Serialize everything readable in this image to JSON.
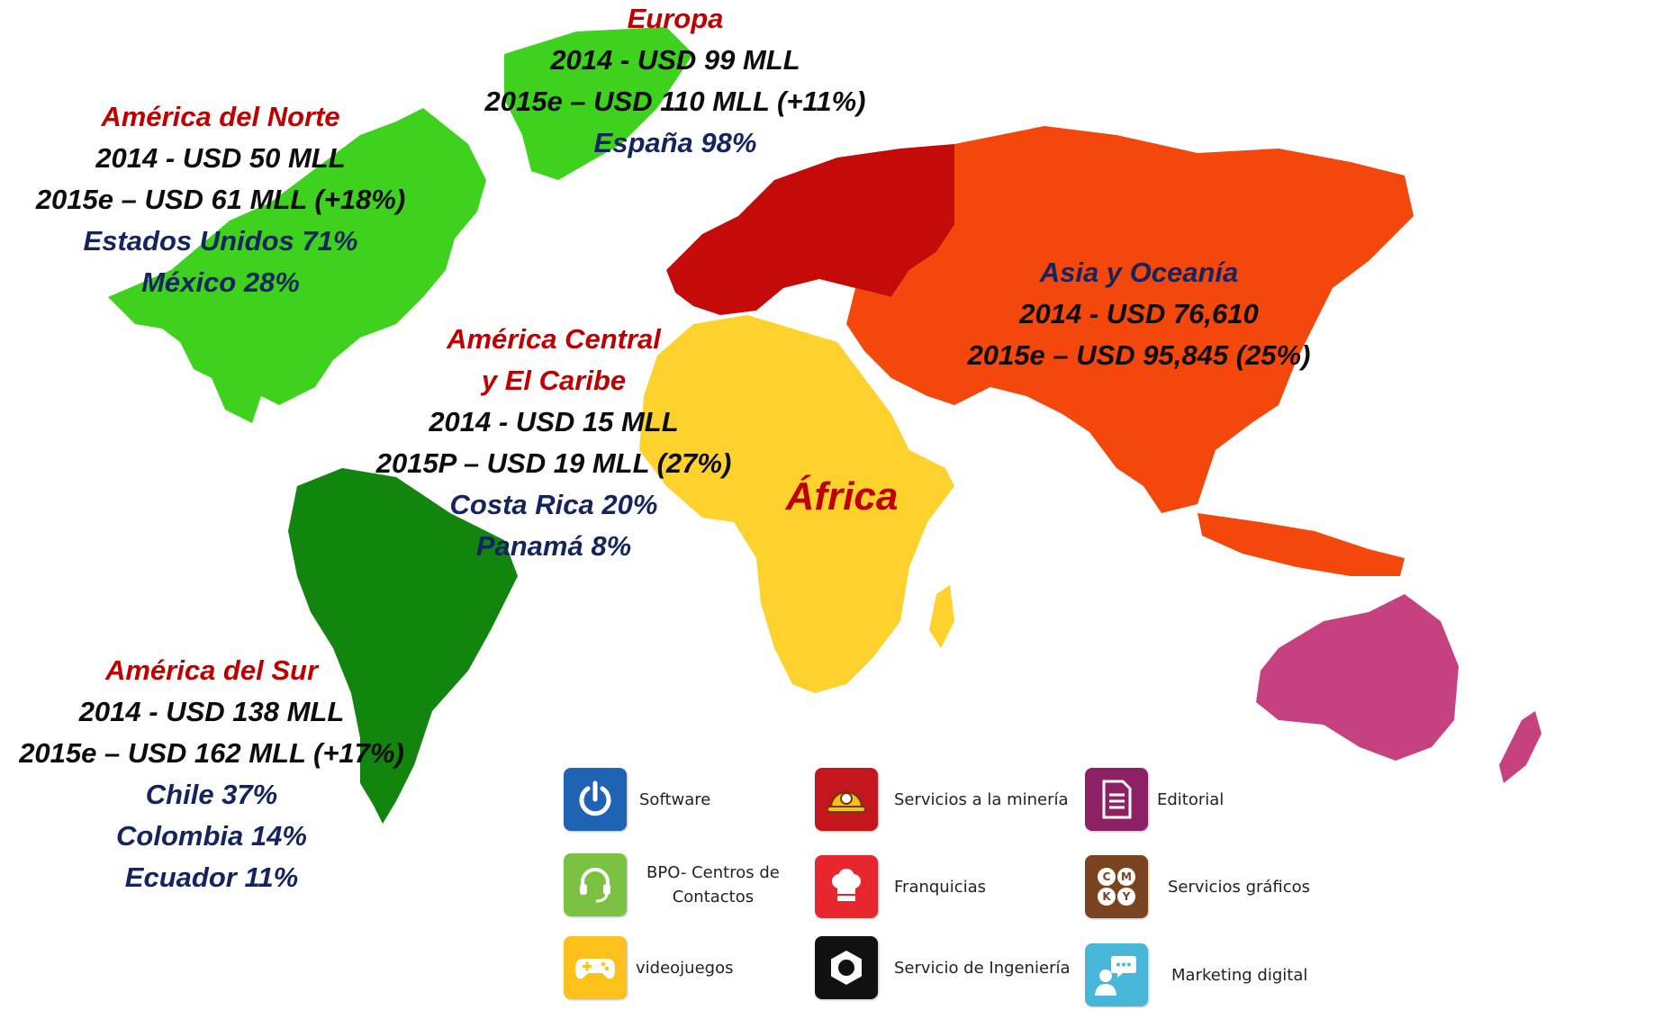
{
  "colors": {
    "north_america": "#3ed11d",
    "south_america": "#11850e",
    "europe": "#c50a0a",
    "asia_oceania": "#f4470c",
    "africa": "#fdd22c",
    "australia": "#c5417f",
    "title_red": "#c00000",
    "figure_black": "#0d0d0d",
    "country_navy": "#14245e"
  },
  "regions": {
    "europa": {
      "name": "Europa",
      "y2014": "2014 - USD 99 MLL",
      "y2015": "2015e – USD 110 MLL (+11%)",
      "countries": [
        "España 98%"
      ]
    },
    "norte": {
      "name": "América del Norte",
      "y2014": "2014 - USD 50 MLL",
      "y2015": "2015e – USD 61 MLL (+18%)",
      "countries": [
        "Estados Unidos 71%",
        "México 28%"
      ]
    },
    "central": {
      "name_line1": "América Central",
      "name_line2": "y El Caribe",
      "y2014": "2014 - USD 15 MLL",
      "y2015": "2015P – USD 19 MLL (27%)",
      "countries": [
        "Costa Rica 20%",
        "Panamá 8%"
      ]
    },
    "asia": {
      "name": "Asia y Oceanía",
      "y2014": "2014 - USD 76,610",
      "y2015": "2015e – USD 95,845 (25%)"
    },
    "africa": {
      "name": "África"
    },
    "sur": {
      "name": "América del Sur",
      "y2014": "2014 - USD 138 MLL",
      "y2015": "2015e – USD 162 MLL (+17%)",
      "countries": [
        "Chile 37%",
        "Colombia 14%",
        "Ecuador 11%"
      ]
    }
  },
  "legend": [
    {
      "icon": "power-icon",
      "label": "Software",
      "color": "#1f63b5"
    },
    {
      "icon": "headset-icon",
      "label_line1": "BPO- Centros de",
      "label_line2": "Contactos",
      "color": "#7cc242"
    },
    {
      "icon": "gamepad-icon",
      "label": "videojuegos",
      "color": "#fcc21b"
    },
    {
      "icon": "mining-helmet-icon",
      "label": "Servicios a la minería",
      "color": "#c4161c"
    },
    {
      "icon": "chef-hat-icon",
      "label": "Franquicias",
      "color": "#e8262d"
    },
    {
      "icon": "hex-nut-icon",
      "label": "Servicio de Ingeniería",
      "color": "#111111"
    },
    {
      "icon": "document-icon",
      "label": "Editorial",
      "color": "#8c2166"
    },
    {
      "icon": "cmky-icon",
      "label": "Servicios gráficos",
      "color": "#7a4421",
      "letters": [
        "C",
        "M",
        "K",
        "Y"
      ]
    },
    {
      "icon": "chat-person-icon",
      "label": "Marketing digital",
      "color": "#48b6d8"
    }
  ]
}
